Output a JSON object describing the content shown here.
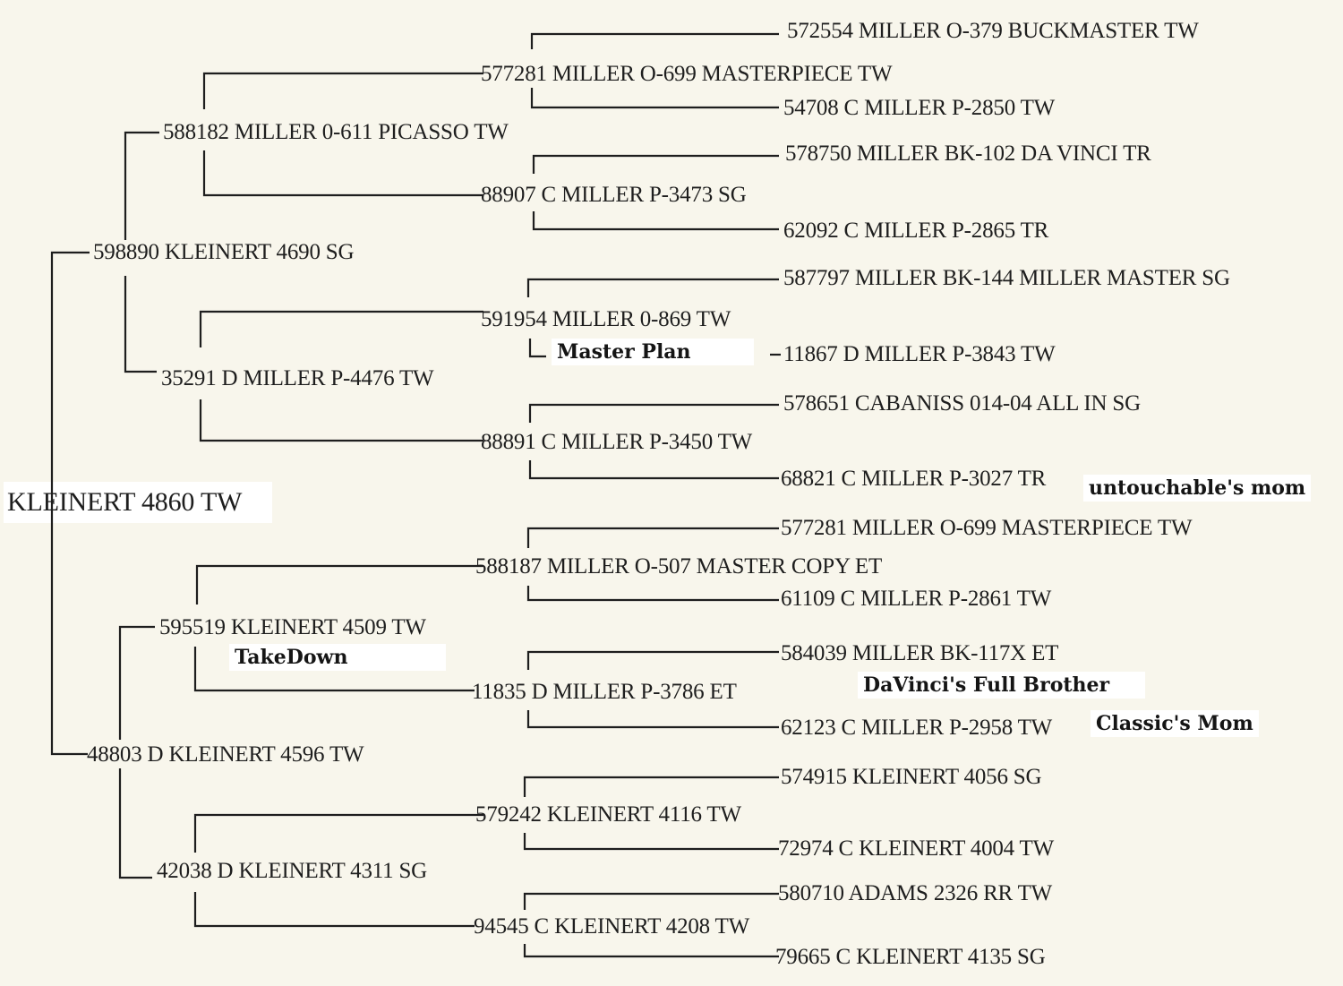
{
  "pedigree": {
    "subject": "KLEINERT 4860 TW",
    "sire": "598890 KLEINERT 4690 SG",
    "dam": "48803 D KLEINERT 4596 TW",
    "sire_sire": "588182 MILLER 0-611 PICASSO TW",
    "sire_dam": "35291 D MILLER P-4476 TW",
    "dam_sire": "595519 KLEINERT 4509 TW",
    "dam_dam": "42038 D KLEINERT 4311 SG",
    "gen3": [
      "577281 MILLER O-699 MASTERPIECE TW",
      "88907 C MILLER P-3473 SG",
      "591954 MILLER 0-869 TW",
      "88891 C MILLER P-3450 TW",
      "588187 MILLER O-507 MASTER COPY ET",
      "11835 D MILLER P-3786 ET",
      "579242 KLEINERT 4116 TW",
      "94545 C KLEINERT 4208 TW"
    ],
    "gen4": [
      "572554 MILLER O-379 BUCKMASTER TW",
      "54708 C MILLER P-2850 TW",
      "578750 MILLER BK-102 DA VINCI TR",
      "62092 C MILLER P-2865 TR",
      "587797 MILLER BK-144 MILLER MASTER SG",
      "11867 D MILLER P-3843 TW",
      "578651 CABANISS 014-04 ALL IN SG",
      "68821 C MILLER P-3027 TR",
      "577281 MILLER O-699 MASTERPIECE TW",
      "61109 C MILLER P-2861 TW",
      "584039 MILLER BK-117X ET",
      "62123 C MILLER P-2958 TW",
      "574915 KLEINERT 4056 SG",
      "72974 C KLEINERT 4004 TW",
      "580710 ADAMS 2326 RR TW",
      "79665 C KLEINERT 4135 SG"
    ]
  },
  "annotations": {
    "master_plan": "Master Plan",
    "untouchables_mom": "untouchable's mom",
    "takedown": "TakeDown",
    "davinci_full_brother": "DaVinci's Full Brother",
    "classics_mom": "Classic's Mom"
  },
  "colors": {
    "paper": "#f8f6ec",
    "ink": "#1e1e1e",
    "highlight": "#ffffff"
  }
}
